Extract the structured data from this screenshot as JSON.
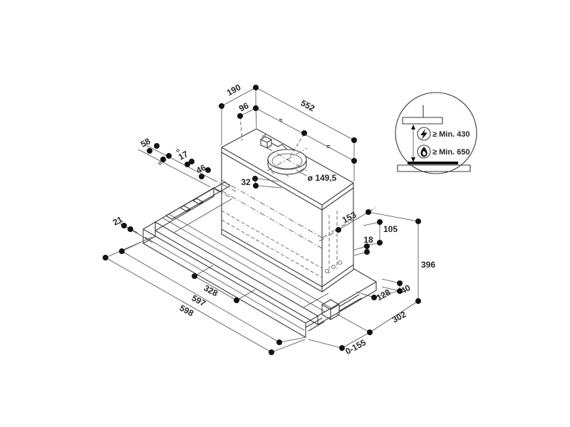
{
  "colors": {
    "background": "#ffffff",
    "line": "#3a3a3a",
    "dot": "#111111",
    "label": "#262626"
  },
  "dims": {
    "top_depth": "190",
    "top_width": "552",
    "duct_offset": "96",
    "bracket_a": "58",
    "bracket_b": "17",
    "bracket_c": "46",
    "visor_left": "21",
    "rim": "32",
    "duct_diameter": "ø 149,5",
    "side_a": "153",
    "side_b": "105",
    "side_c": "18",
    "total_height": "396",
    "bottom_inner": "328",
    "bottom_mid": "597",
    "bottom_outer": "598",
    "rail_length": "128",
    "rail_height": "40",
    "depth": "302",
    "extension": "0-155"
  },
  "symbols": {
    "equals": "="
  },
  "inset": {
    "electric_clearance": "≥ Min. 430",
    "gas_clearance": "≥ Min. 650"
  }
}
